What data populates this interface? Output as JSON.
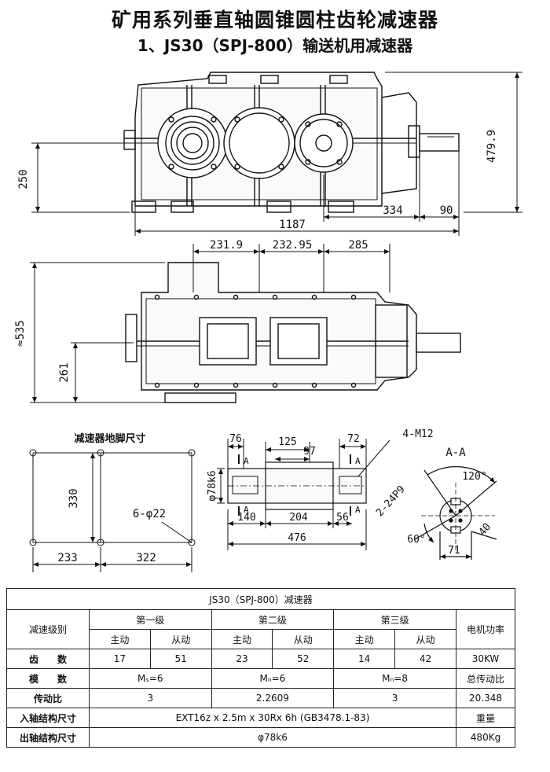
{
  "title": {
    "main": "矿用系列垂直轴圆锥圆柱齿轮减速器",
    "sub": "1、JS30（SPJ-800）输送机用减速器"
  },
  "front_view": {
    "dims": {
      "height_total": "479.9",
      "shaft_height": "250",
      "length_total": "1187",
      "shaft_offset": "334",
      "shaft_ext": "90"
    }
  },
  "top_view": {
    "dims": {
      "pitch_1": "231.9",
      "pitch_2": "232.95",
      "pitch_3": "285",
      "width_approx": "≈535",
      "shaft_center": "261"
    }
  },
  "footprint": {
    "title": "减速器地脚尺寸",
    "dims": {
      "depth": "330",
      "holes": "6-φ22",
      "span_1": "233",
      "span_2": "322"
    }
  },
  "shaft": {
    "dims": {
      "d76": "76",
      "d125": "125",
      "d97": "97",
      "d72": "72",
      "thread": "4-M12",
      "diameter": "φ78k6",
      "d140": "140",
      "d204": "204",
      "d56": "56",
      "d476": "476",
      "sec_a": "A"
    }
  },
  "section": {
    "title": "A-A",
    "labels": {
      "spline": "2-24P9",
      "angle_120": "120°",
      "angle_60": "60°",
      "d40": "40",
      "d71": "71"
    }
  },
  "spec_table": {
    "title": "JS30（SPJ-800）减速器",
    "stage_label": "减速级别",
    "stages": [
      "第一级",
      "第二级",
      "第三级"
    ],
    "drive": "主动",
    "driven": "从动",
    "motor_label": "电机功率",
    "teeth_label": "齿　　数",
    "teeth": [
      "17",
      "51",
      "23",
      "52",
      "14",
      "42"
    ],
    "motor_power": "30KW",
    "module_label": "模　　数",
    "modules": [
      "Mₛ=6",
      "Mₙ=6",
      "Mₙ=8"
    ],
    "total_ratio_label": "总传动比",
    "ratio_label": "传动比",
    "ratios": [
      "3",
      "2.2609",
      "3"
    ],
    "total_ratio": "20.348",
    "input_label": "入轴结构尺寸",
    "input_value": "EXT16z x 2.5m x 30Rx 6h (GB3478.1-83)",
    "weight_label": "重量",
    "output_label": "出轴结构尺寸",
    "output_value": "φ78k6",
    "weight": "480Kg"
  }
}
